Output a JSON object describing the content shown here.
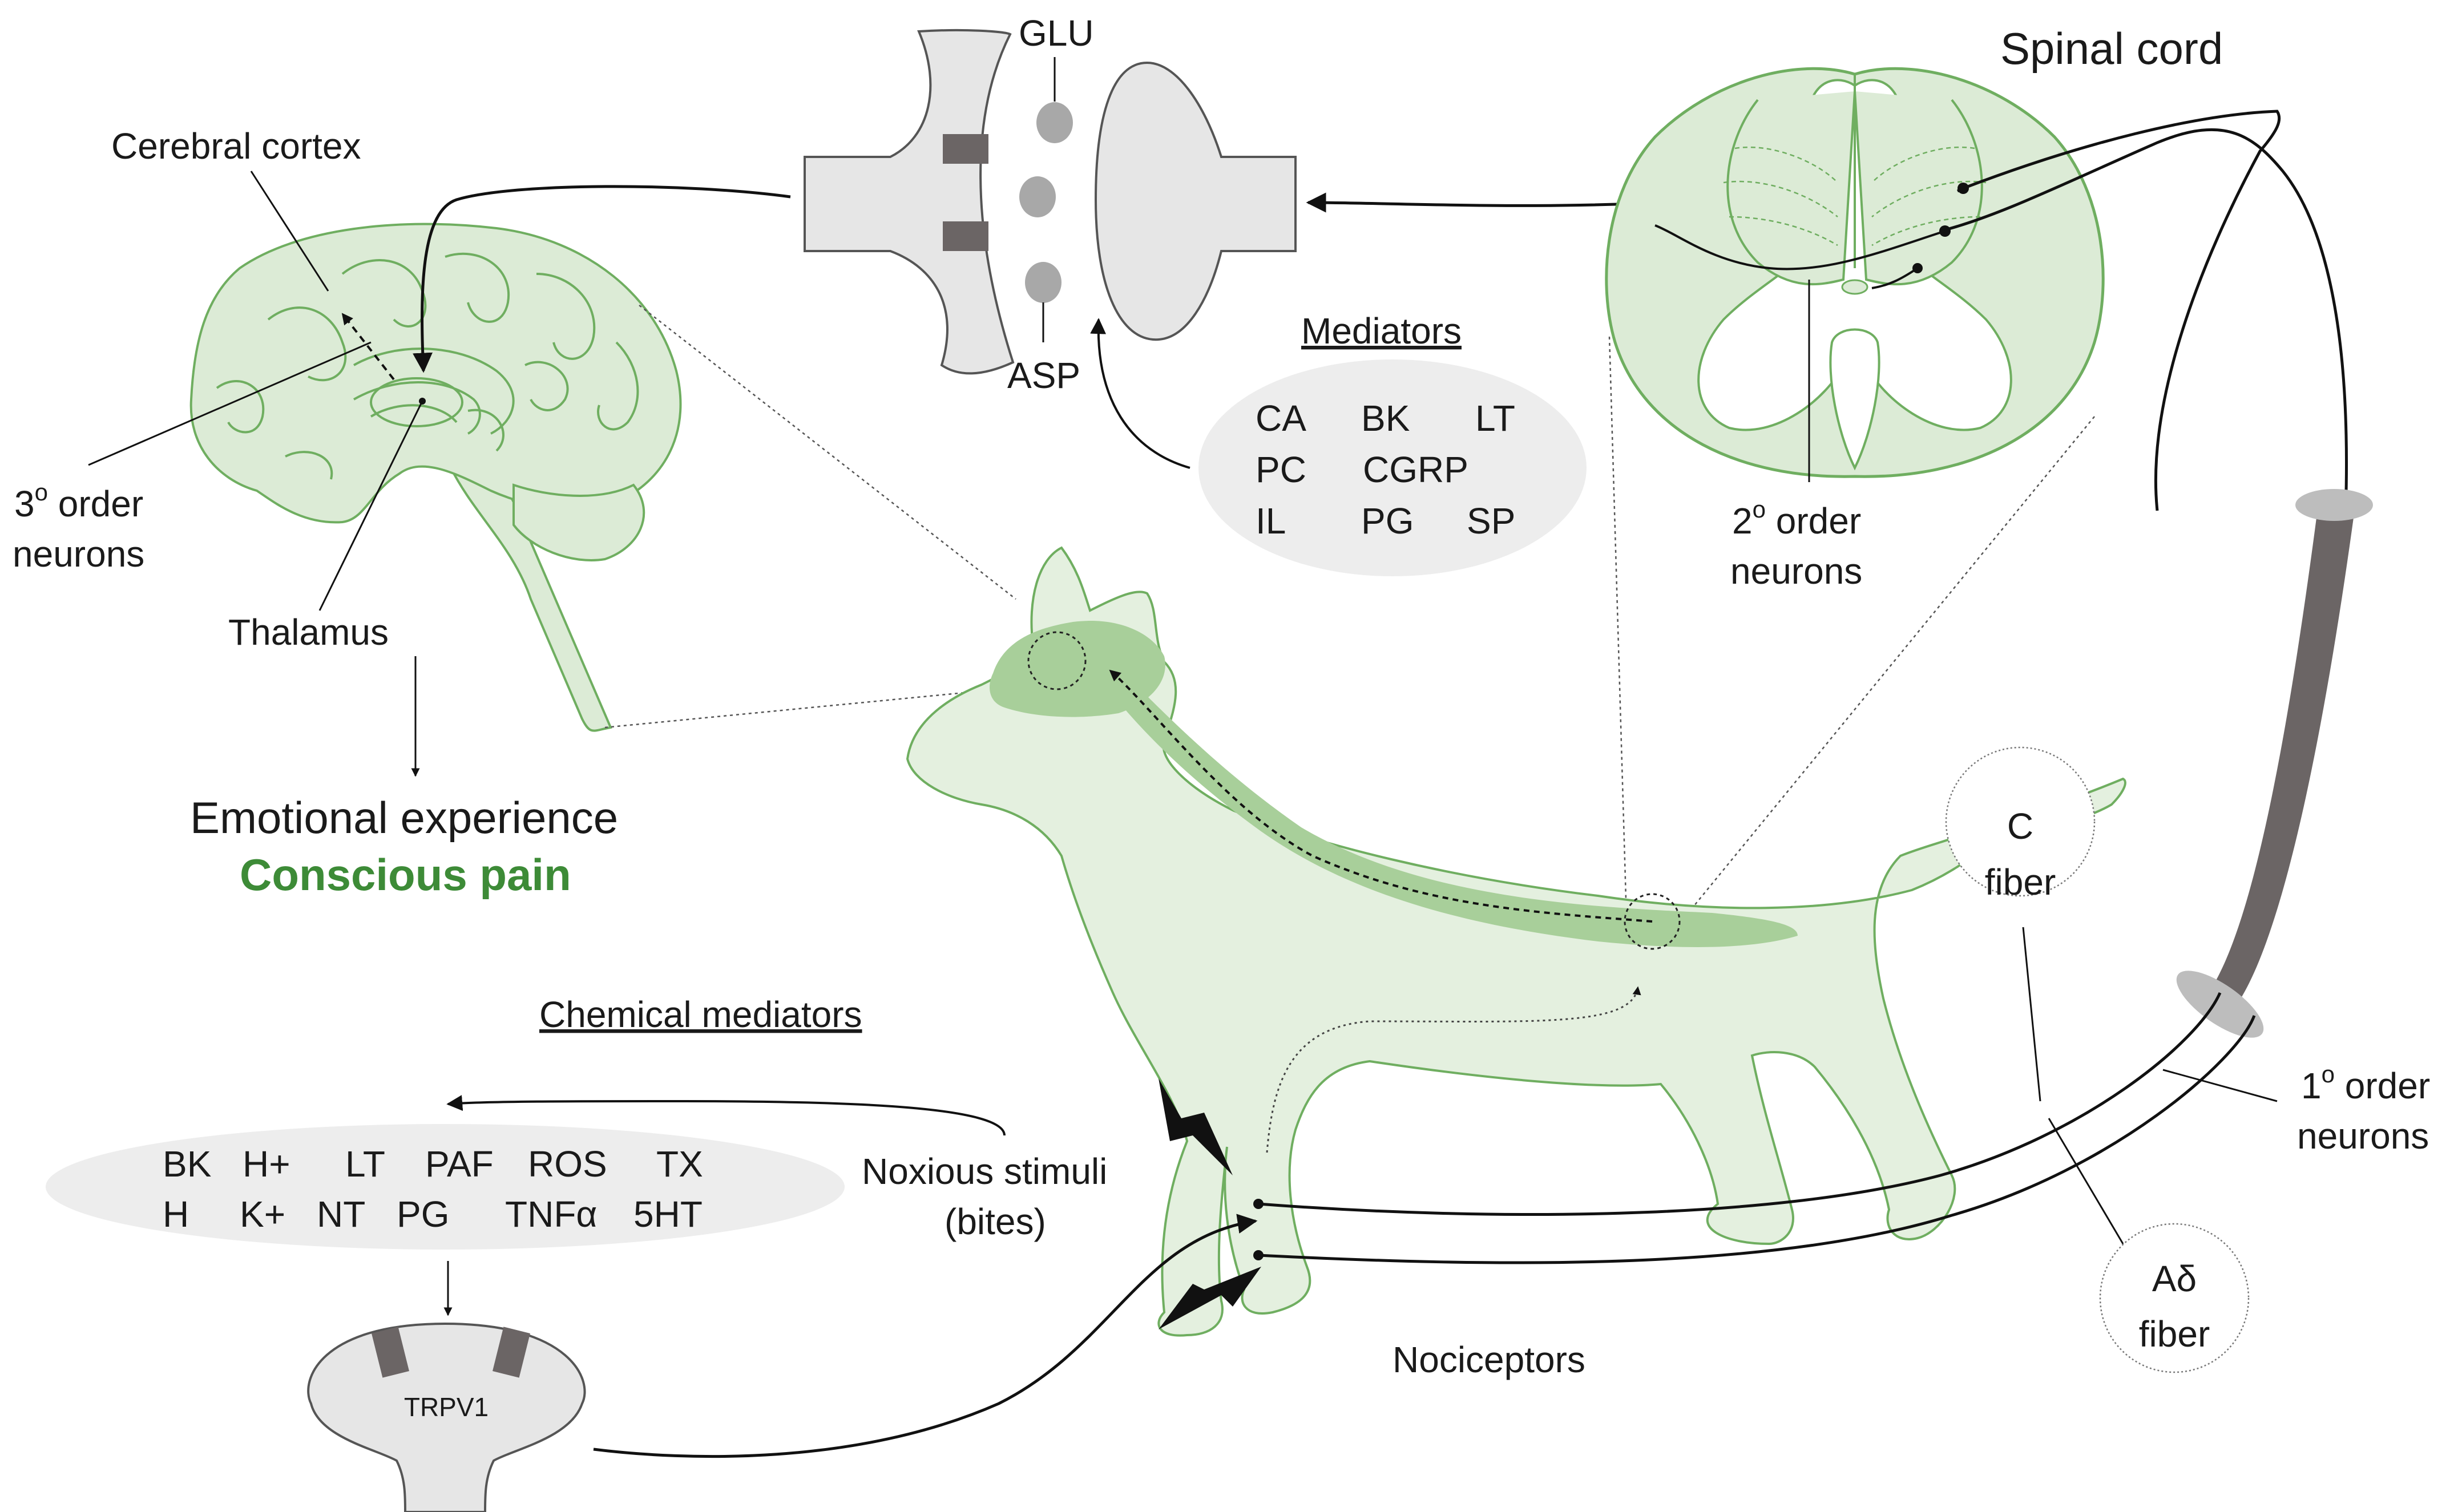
{
  "labels": {
    "cerebral_cortex": "Cerebral cortex",
    "third_order_a": "3",
    "third_order_sup": "o",
    "third_order_b": " order",
    "third_order_c": "neurons",
    "thalamus": "Thalamus",
    "emotional": "Emotional experience",
    "conscious_pain": "Conscious pain",
    "glu": "GLU",
    "asp": "ASP",
    "mediators_title": "Mediators",
    "spinal_cord": "Spinal cord",
    "second_order_a": "2",
    "second_order_sup": "o",
    "second_order_b": " order",
    "second_order_c": "neurons",
    "c_fiber_a": "C",
    "c_fiber_b": "fiber",
    "ad_fiber_a": "Aδ",
    "ad_fiber_b": "fiber",
    "first_order_a": "1",
    "first_order_sup": "o",
    "first_order_b": " order",
    "first_order_c": "neurons",
    "chemical_title": "Chemical mediators",
    "noxious_a": "Noxious stimuli",
    "noxious_b": "(bites)",
    "nociceptors": "Nociceptors",
    "trpv1": "TRPV1"
  },
  "mediators": {
    "row1": [
      "CA",
      "BK",
      "LT"
    ],
    "row2": [
      "PC",
      "CGRP"
    ],
    "row3": [
      "IL",
      "PG",
      "SP"
    ]
  },
  "chemical_mediators": {
    "row1": [
      "BK",
      "H+",
      "LT",
      "PAF",
      "ROS",
      "TX"
    ],
    "row2": [
      "H",
      "K+",
      "NT",
      "PG",
      "TNFα",
      "5HT"
    ]
  },
  "colors": {
    "tissue_fill": "#dcebd6",
    "tissue_stroke": "#6fae60",
    "tissue_dark": "#a8cf9a",
    "synapse_fill": "#e6e6e6",
    "receptor": "#6b6565",
    "ellipse_fill": "#ededed",
    "pain_text": "#3d8b37"
  }
}
